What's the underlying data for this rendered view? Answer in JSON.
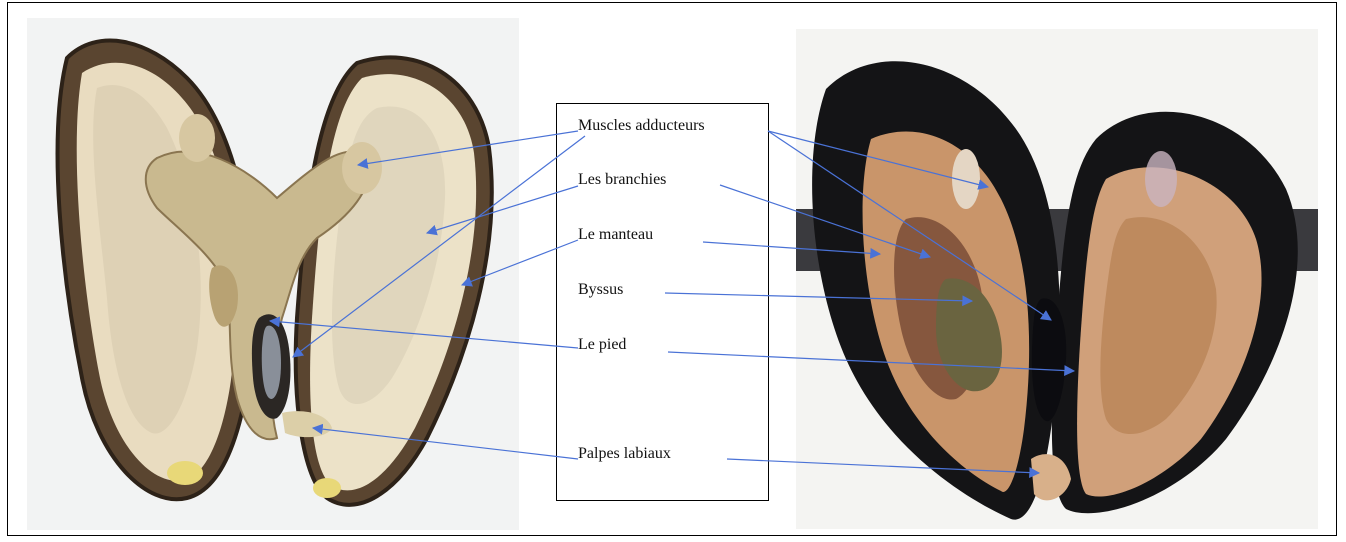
{
  "labels": {
    "muscles": "Muscles adducteurs",
    "branchies": "Les branchies",
    "manteau": "Le manteau",
    "byssus": "Byssus",
    "pied": "Le pied",
    "palpes": "Palpes labiaux"
  },
  "colors": {
    "arrow": "#4a72d6",
    "border": "#000000",
    "background_left": "#f3f4f4",
    "background_right": "#f5f5f3",
    "shell_dark": "#141416"
  },
  "figure": {
    "left_photo": "opened mussel (top view, light flesh)",
    "right_photo": "opened mussel (dark shell, orange flesh)"
  }
}
